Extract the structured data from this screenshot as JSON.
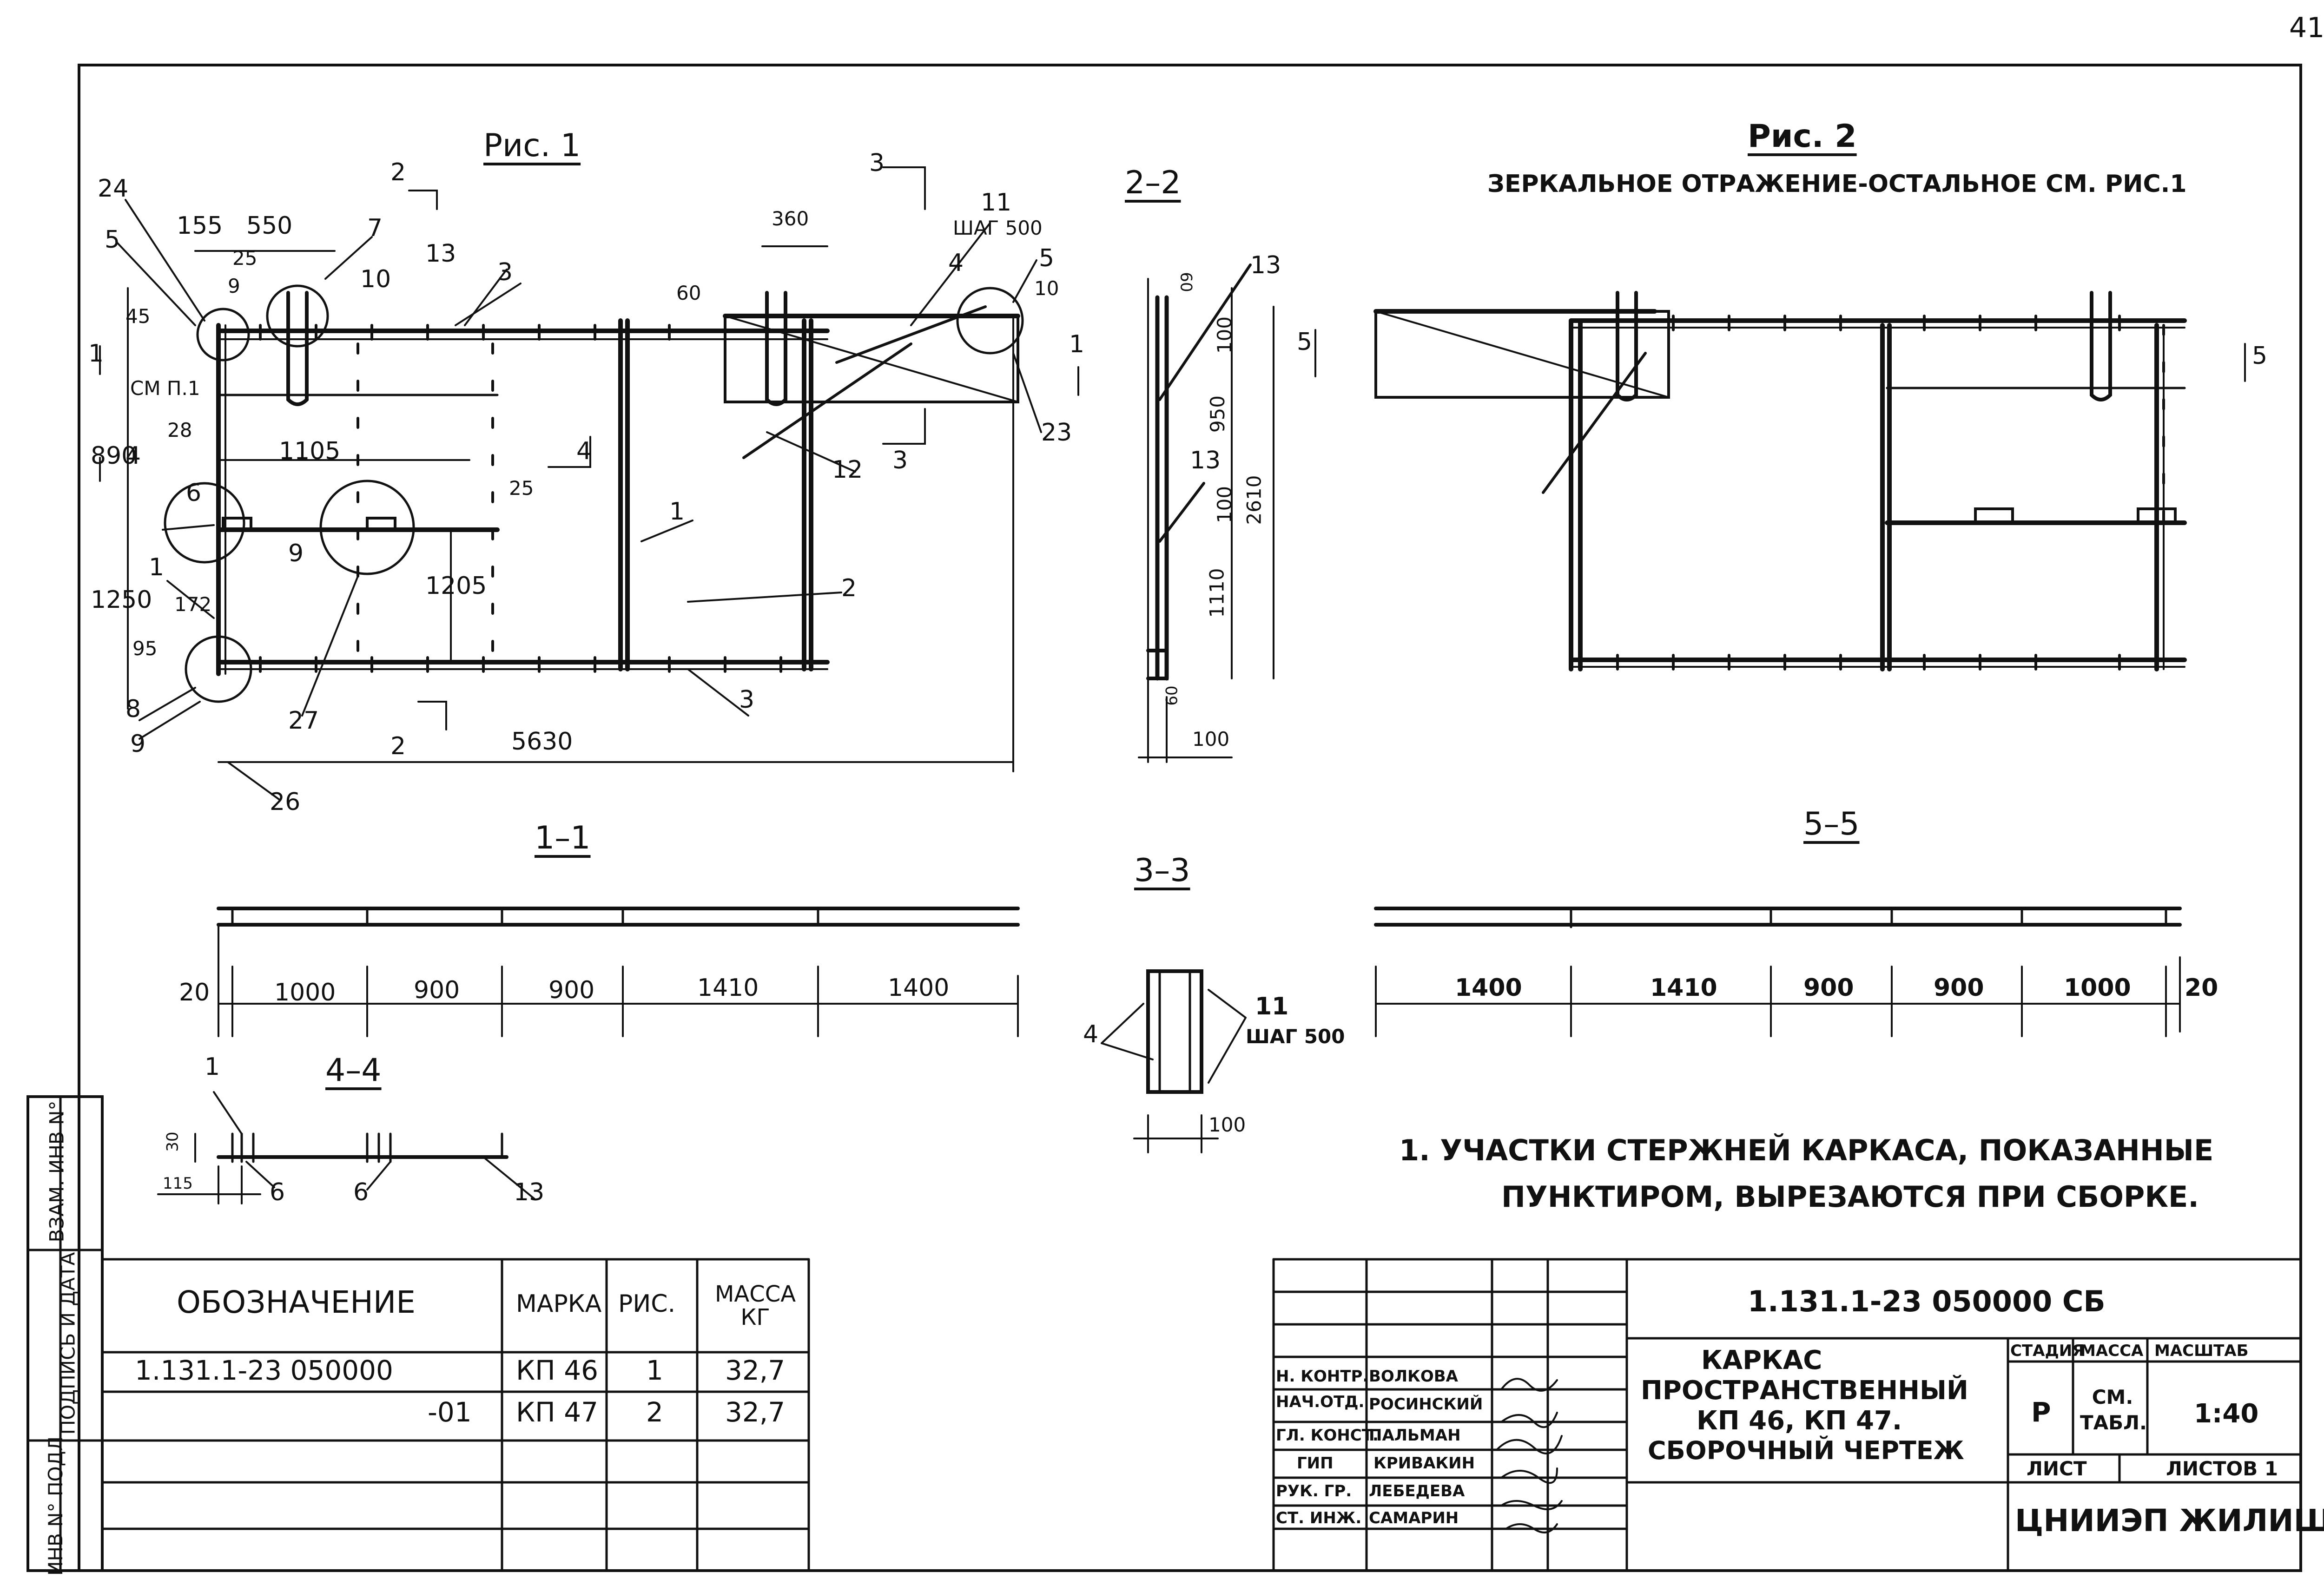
{
  "page_number": "41",
  "fig1": {
    "title": "Рис. 1",
    "callouts": [
      "24",
      "5",
      "7",
      "25",
      "9",
      "10",
      "13",
      "3",
      "11",
      "4",
      "5",
      "10",
      "23",
      "12",
      "1",
      "2",
      "3",
      "28",
      "6",
      "9",
      "27",
      "8",
      "9",
      "26",
      "1"
    ],
    "dims": [
      "155",
      "550",
      "45",
      "360",
      "ШАГ 500",
      "60",
      "СМ П.1",
      "890",
      "1105",
      "25",
      "1250",
      "1205",
      "172",
      "95",
      "5630"
    ],
    "section_marks": [
      "2",
      "2",
      "3",
      "3",
      "1",
      "1",
      "4",
      "4"
    ]
  },
  "fig2": {
    "title": "Рис. 2",
    "subtitle": "ЗЕРКАЛЬНОЕ ОТРАЖЕНИЕ-ОСТАЛЬНОЕ СМ. РИС.1",
    "section_marks": [
      "5",
      "5"
    ]
  },
  "sec22": {
    "title": "2–2",
    "callouts": [
      "13",
      "13"
    ],
    "dims": [
      "60",
      "100",
      "950",
      "100",
      "1110",
      "60",
      "100",
      "2610"
    ]
  },
  "sec11": {
    "title": "1–1",
    "dims": [
      "20",
      "1000",
      "900",
      "900",
      "1410",
      "1400"
    ]
  },
  "sec55": {
    "title": "5–5",
    "dims": [
      "1400",
      "1410",
      "900",
      "900",
      "1000",
      "20"
    ]
  },
  "sec33": {
    "title": "3–3",
    "callouts": [
      "4",
      "11"
    ],
    "step": "ШАГ 500",
    "dims": [
      "100"
    ]
  },
  "sec44": {
    "title": "4–4",
    "callouts": [
      "1",
      "6",
      "6",
      "13"
    ],
    "dims": [
      "30",
      "115"
    ]
  },
  "note": {
    "line1": "1. УЧАСТКИ СТЕРЖНЕЙ КАРКАСА, ПОКАЗАННЫЕ",
    "line2": "ПУНКТИРОМ, ВЫРЕЗАЮТСЯ ПРИ СБОРКЕ."
  },
  "side_stamps": [
    "ИНВ N° ПОДЛ",
    "ПОДПИСЬ И ДАТА",
    "ВЗАМ. ИНВ N°"
  ],
  "spec_table": {
    "headers": [
      "ОБОЗНАЧЕНИЕ",
      "МАРКА",
      "РИС.",
      "МАССА КГ"
    ],
    "rows": [
      [
        "1.131.1-23    050000",
        "КП 46",
        "1",
        "32,7"
      ],
      [
        "-01",
        "КП 47",
        "2",
        "32,7"
      ]
    ]
  },
  "title_block": {
    "doc_code": "1.131.1-23    050000 СБ",
    "roles": [
      "Н. КОНТР.",
      "НАЧ.ОТД.",
      "ГЛ. КОНСТ.",
      "ГИП",
      "РУК. ГР.",
      "СТ. ИНЖ."
    ],
    "names": [
      "ВОЛКОВА",
      "РОСИНСКИЙ",
      "ПАЛЬМАН",
      "КРИВАКИН",
      "ЛЕБЕДЕВА",
      "САМАРИН"
    ],
    "title_lines": [
      "КАРКАС",
      "ПРОСТРАНСТВЕННЫЙ",
      "КП 46, КП 47.",
      "СБОРОЧНЫЙ ЧЕРТЕЖ"
    ],
    "stage_label": "СТАДИЯ",
    "mass_label": "МАССА",
    "scale_label": "МАСШТАБ",
    "stage": "Р",
    "mass": "СМ. ТАБЛ.",
    "scale": "1:40",
    "sheet_label": "ЛИСТ",
    "sheets_label": "ЛИСТОВ 1",
    "org": "ЦНИИЭП ЖИЛИЩА"
  }
}
